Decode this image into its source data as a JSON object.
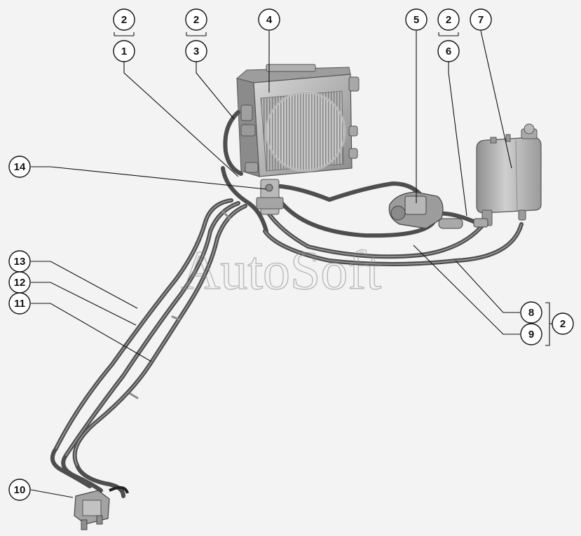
{
  "callouts": {
    "c1": "1",
    "c2a": "2",
    "c3": "3",
    "c2b": "2",
    "c4": "4",
    "c5": "5",
    "c6": "6",
    "c2c": "2",
    "c7": "7",
    "c8": "8",
    "c9": "9",
    "c2d": "2",
    "c10": "10",
    "c11": "11",
    "c12": "12",
    "c13": "13",
    "c14": "14"
  },
  "watermark": "AutoSoft",
  "colors": {
    "background": "#f3f3f3",
    "hose": "#5b5b5b",
    "hose_highlight": "#a5a5a5",
    "metal": "#bfbfbf",
    "metal_dark": "#7d7d7d",
    "leader": "#111111"
  }
}
